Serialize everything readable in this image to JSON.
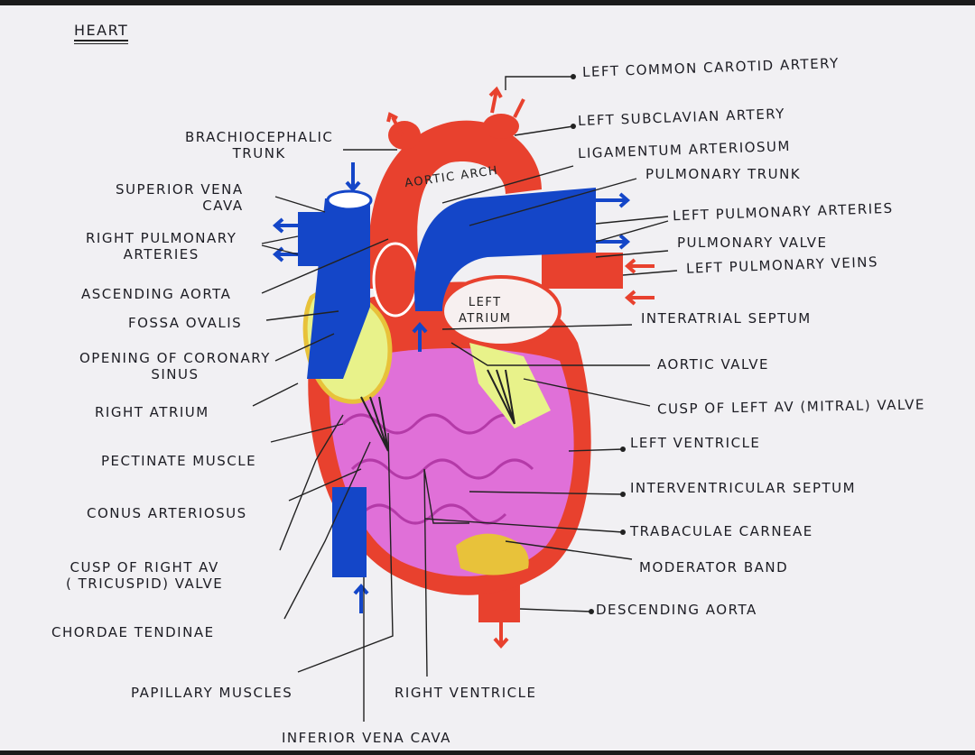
{
  "title": "HEART",
  "inner_labels": {
    "aortic_arch": "AORTIC ARCH",
    "left_atrium_1": "LEFT",
    "left_atrium_2": "ATRIUM"
  },
  "left_labels": {
    "brachiocephalic_1": "BRACHIOCEPHALIC",
    "brachiocephalic_2": "TRUNK",
    "svc_1": "SUPERIOR VENA",
    "svc_2": "CAVA",
    "rpa_1": "RIGHT PULMONARY",
    "rpa_2": "ARTERIES",
    "ascending_aorta": "ASCENDING AORTA",
    "fossa_ovalis": "FOSSA OVALIS",
    "coronary_sinus_1": "OPENING OF CORONARY",
    "coronary_sinus_2": "SINUS",
    "right_atrium": "RIGHT ATRIUM",
    "pectinate_muscle": "PECTINATE MUSCLE",
    "conus_arteriosus": "CONUS ARTERIOSUS",
    "tricuspid_1": "CUSP OF RIGHT AV",
    "tricuspid_2": "( TRICUSPID) VALVE",
    "chordae_tendinae": "CHORDAE TENDINAE",
    "papillary_muscles": "PAPILLARY MUSCLES",
    "inferior_vena_cava": "INFERIOR VENA CAVA",
    "right_ventricle": "RIGHT VENTRICLE"
  },
  "right_labels": {
    "left_common_carotid": "LEFT COMMON CAROTID ARTERY",
    "left_subclavian": "LEFT SUBCLAVIAN ARTERY",
    "ligamentum": "LIGAMENTUM ARTERIOSUM",
    "pulmonary_trunk": "PULMONARY TRUNK",
    "left_pulmonary_arteries": "LEFT PULMONARY ARTERIES",
    "pulmonary_valve": "PULMONARY VALVE",
    "left_pulmonary_veins": "LEFT PULMONARY VEINS",
    "interatrial_septum": "INTERATRIAL SEPTUM",
    "aortic_valve": "AORTIC VALVE",
    "mitral": "CUSP OF LEFT AV (MITRAL) VALVE",
    "left_ventricle": "LEFT VENTRICLE",
    "interventricular_septum": "INTERVENTRICULAR SEPTUM",
    "trabaculae": "TRABACULAE CARNEAE",
    "moderator_band": "MODERATOR BAND",
    "descending_aorta": "DESCENDING AORTA"
  },
  "colors": {
    "red": "#e8412e",
    "blue": "#1446c8",
    "pink": "#e070d8",
    "yellow": "#e8d84a",
    "paper": "#f1f0f3"
  }
}
